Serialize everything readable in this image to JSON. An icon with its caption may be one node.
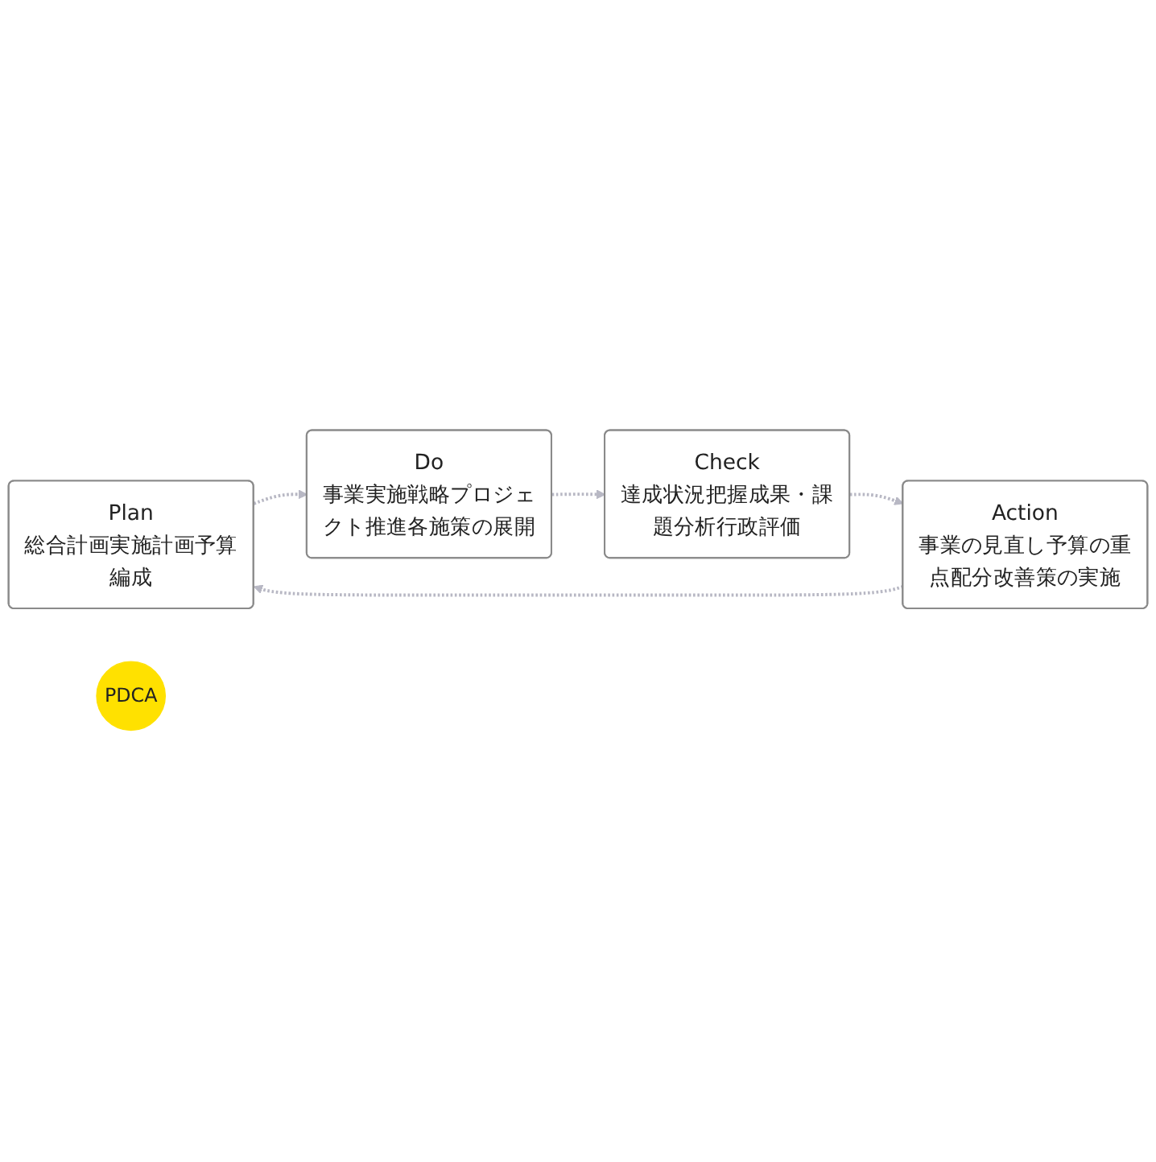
{
  "diagram": {
    "nodes": [
      {
        "text": [
          "Plan",
          "総合計画実施計画予算編成"
        ]
      },
      {
        "text": [
          "Do",
          "事業実施戦略プロジェクト推進各施策の展開"
        ]
      },
      {
        "text": [
          "PDCA"
        ]
      },
      {
        "text": [
          "Action",
          "事業の見直し予算の重点配分改善策の実施"
        ]
      },
      {
        "text": [
          "Check",
          "達成状況把握成果・課題分析行政評価"
        ]
      }
    ],
    "edges": [
      {
        "from": 0,
        "to": 1,
        "arrow": "to",
        "style": "dashed"
      },
      {
        "from": 1,
        "to": 4,
        "arrow": "to",
        "style": "dashed"
      },
      {
        "from": 4,
        "to": 3,
        "arrow": "to",
        "style": "dashed"
      },
      {
        "from": 3,
        "to": 0,
        "arrow": "to",
        "style": "dashed"
      }
    ]
  }
}
